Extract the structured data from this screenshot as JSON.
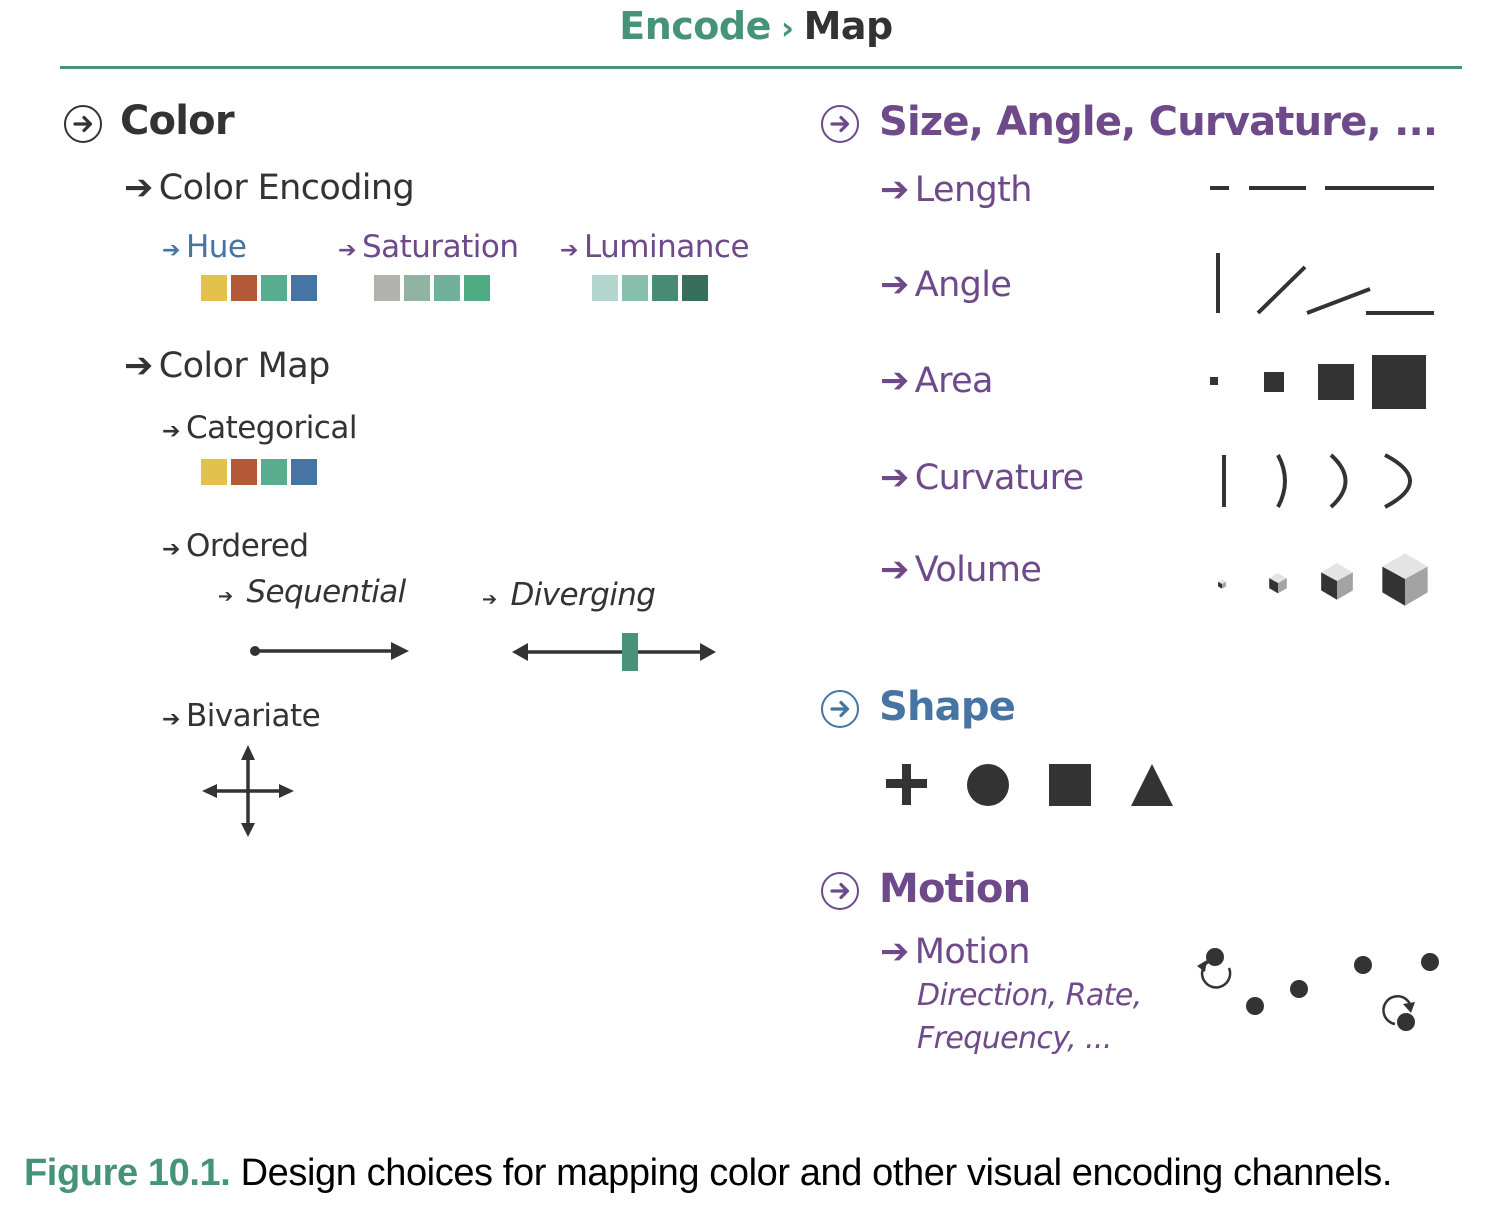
{
  "header": {
    "breadcrumb_parent": "Encode",
    "breadcrumb_separator": "›",
    "breadcrumb_current": "Map",
    "accent_color": "#479379"
  },
  "color_section": {
    "title": "Color",
    "icon": "circled-arrow-right-icon",
    "color_encoding": {
      "label": "Color Encoding",
      "hue": {
        "label": "Hue",
        "text_color": "#4674a3",
        "swatches": [
          "#e2c14d",
          "#b45a39",
          "#57ad8e",
          "#4674a3"
        ]
      },
      "saturation": {
        "label": "Saturation",
        "text_color": "#6e4a8a",
        "swatches": [
          "#b1b2ae",
          "#90b3a2",
          "#71b19b",
          "#4fab84"
        ]
      },
      "luminance": {
        "label": "Luminance",
        "text_color": "#6e4a8a",
        "swatches": [
          "#b2d6cd",
          "#86bfaa",
          "#478c72",
          "#386f5a"
        ]
      }
    },
    "color_map": {
      "label": "Color Map",
      "categorical": {
        "label": "Categorical",
        "swatches": [
          "#e2c14d",
          "#b45a39",
          "#57ad8e",
          "#4674a3"
        ]
      },
      "ordered": {
        "label": "Ordered",
        "sequential": {
          "label": "Sequential"
        },
        "diverging": {
          "label": "Diverging",
          "midpoint_color": "#479379"
        }
      },
      "bivariate": {
        "label": "Bivariate"
      }
    }
  },
  "size_section": {
    "title": "Size, Angle, Curvature, ...",
    "text_color": "#6e4a8a",
    "items": [
      {
        "label": "Length",
        "glyph": "line-length-marks"
      },
      {
        "label": "Angle",
        "glyph": "angle-marks"
      },
      {
        "label": "Area",
        "glyph": "square-area-marks"
      },
      {
        "label": "Curvature",
        "glyph": "curve-marks"
      },
      {
        "label": "Volume",
        "glyph": "cube-volume-marks"
      }
    ]
  },
  "shape_section": {
    "title": "Shape",
    "text_color": "#4674a3",
    "shapes": [
      "plus",
      "circle",
      "square",
      "triangle"
    ]
  },
  "motion_section": {
    "title": "Motion",
    "text_color": "#6e4a8a",
    "item_label": "Motion",
    "item_detail_line1": "Direction, Rate,",
    "item_detail_line2": "Frequency, ..."
  },
  "caption": {
    "figure_label": "Figure 10.1.",
    "text": "Design choices for mapping color and other visual encoding channels."
  },
  "mark_color": "#333333"
}
